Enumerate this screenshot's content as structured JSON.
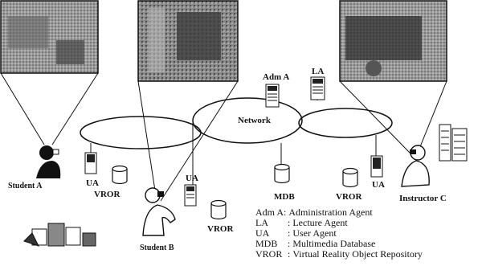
{
  "labels": {
    "network": "Network",
    "adm_a": "Adm A",
    "la": "LA",
    "mdb": "MDB",
    "student_a": "Student A",
    "student_b": "Student B",
    "instructor_c": "Instructor C",
    "ua_left": "UA",
    "vror_left": "VROR",
    "ua_student_b": "UA",
    "vror_student_b": "VROR",
    "vror_right": "VROR",
    "ua_right": "UA"
  },
  "legend": [
    {
      "abbr": "Adm A",
      "sep": ":",
      "text": "Administration Agent"
    },
    {
      "abbr": "LA",
      "sep": ":",
      "text": "Lecture Agent"
    },
    {
      "abbr": "UA",
      "sep": ":",
      "text": "User Agent"
    },
    {
      "abbr": "MDB",
      "sep": ":",
      "text": "Multimedia Database"
    },
    {
      "abbr": "VROR",
      "sep": ":",
      "text": "Virtual Reality Object Repository"
    }
  ]
}
